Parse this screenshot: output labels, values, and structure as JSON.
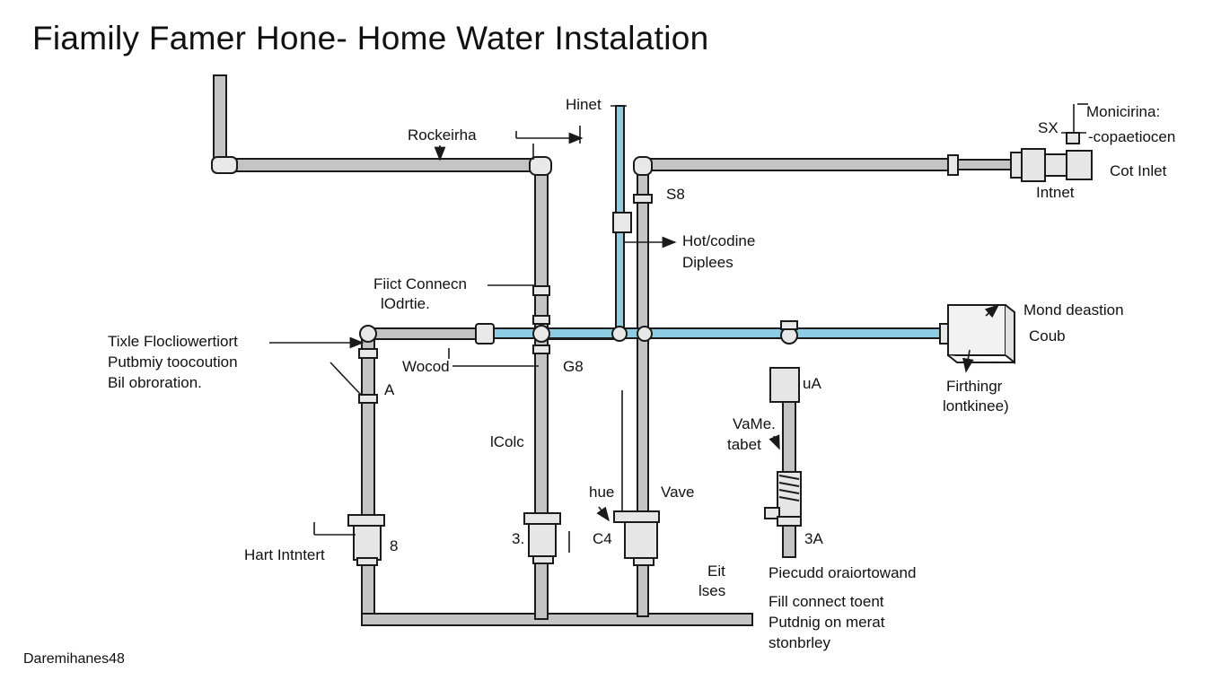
{
  "title": "Fiamily Famer Hone- Home Water Instalation",
  "footer": "Daremihanes48",
  "colors": {
    "pipe_gray": "#b9b9b9",
    "pipe_blue": "#8ccde3",
    "stroke": "#1a1a1a"
  },
  "labels": {
    "rockeirha": "Rockeirha",
    "hinet": "Hinet",
    "monicirina": "Monicirina:",
    "sx": "SX",
    "copaetiocen": "-copaetiocen",
    "cot_inlet": "Cot Inlet",
    "intnet": "Intnet",
    "s8": "S8",
    "hot_odine": "Hot/codine",
    "diplees": "Diplees",
    "fiict_connecn": "Fiict Connecn",
    "odrtie": "lOdrtie.",
    "tixle_line1": "Tixle Flocliowertiort",
    "tixle_line2": "Putbmiy toocoution",
    "tixle_line3": "Bil obroration.",
    "mark_a": "A",
    "wocod": "Wocod",
    "g8": "G8",
    "icolc": "lColc",
    "hue": "hue",
    "vave": "Vave",
    "mark_3": "3.",
    "c4": "C4",
    "mark_8": "8",
    "hart_intntert": "Hart Intntert",
    "valve_tabet_1": "VaMe.",
    "valve_tabet_2": "tabet",
    "ua": "uA",
    "sa": "3A",
    "mond_deastion": "Mond deastion",
    "coub": "Coub",
    "firthingr": "Firthingr",
    "iontkinee": "lontkinee)",
    "eit": "Eit",
    "ises": "lses",
    "piecud": "Piecudd oraiortowand",
    "fill_line1": "Fill connect toent",
    "fill_line2": "Putdnig on merat",
    "fill_line3": "stonbrley"
  }
}
